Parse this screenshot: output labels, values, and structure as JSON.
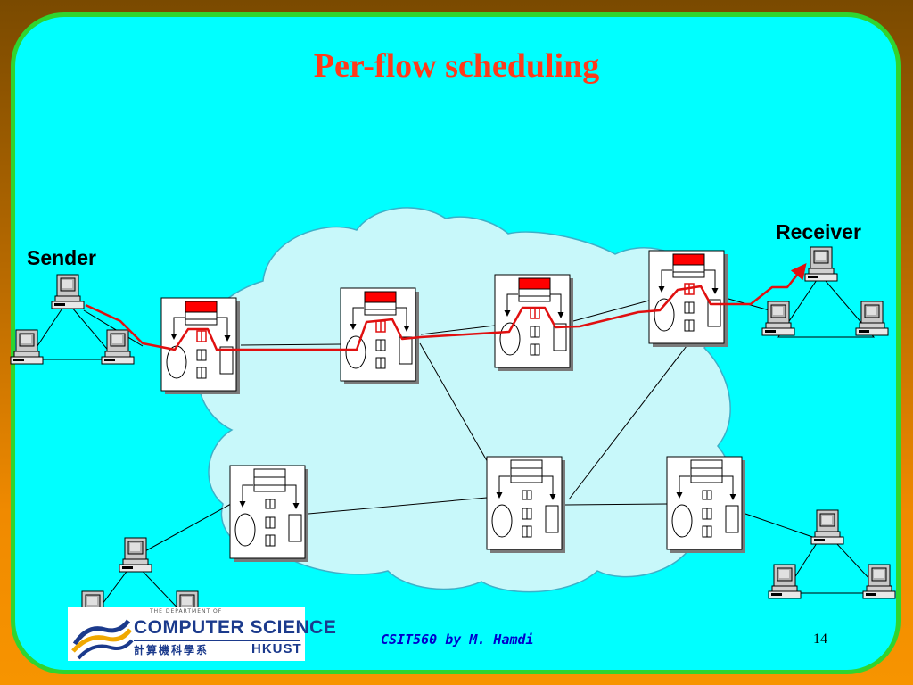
{
  "slide": {
    "title": "Per-flow scheduling",
    "sender_label": "Sender",
    "receiver_label": "Receiver",
    "footer_text": "CSIT560 by M. Hamdi",
    "page_number": "14"
  },
  "logo": {
    "small_text": "THE DEPARTMENT OF",
    "main_text": "COMPUTER SCIENCE",
    "chinese_text": "計算機科學系",
    "institution": "HKUST"
  },
  "colors": {
    "background_top": "#7a4a00",
    "background_bottom": "#f79400",
    "slide_fill": "#00ffff",
    "slide_border": "#2fd52f",
    "cloud_fill": "#c8f8fa",
    "title": "#ff3a1a",
    "flow_path": "#e01010",
    "footer_text": "#0000cc"
  },
  "diagram": {
    "router_icon": "router-schematic-icon",
    "host_icon": "desktop-computer-icon",
    "network_icon": "cloud-shape",
    "flow_path_icon": "red-flow-path"
  }
}
